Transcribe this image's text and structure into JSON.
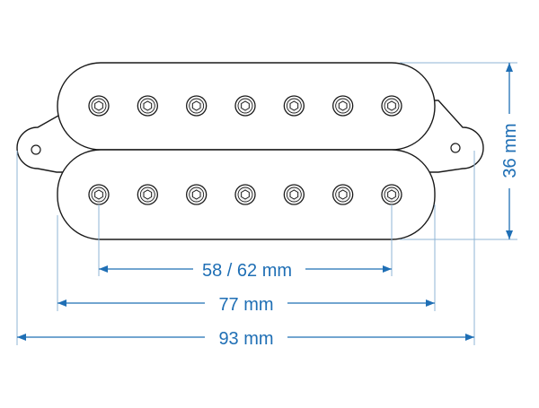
{
  "colors": {
    "outline": "#1a1a1a",
    "dimension": "#1f6fb5",
    "extension": "#8fb4d6"
  },
  "pole_count_per_coil": 7,
  "dimensions": {
    "pole_spacing": "58 / 62 mm",
    "cover_width": "77 mm",
    "overall_width": "93 mm",
    "height": "36 mm"
  }
}
